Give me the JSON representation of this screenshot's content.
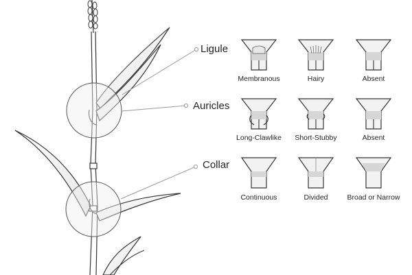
{
  "callouts": {
    "ligule": "Ligule",
    "auricles": "Auricles",
    "collar": "Collar"
  },
  "rows": {
    "ligule": [
      "Membranous",
      "Hairy",
      "Absent"
    ],
    "auricles": [
      "Long-Clawlike",
      "Short-Stubby",
      "Absent"
    ],
    "collar": [
      "Continuous",
      "Divided",
      "Broad or Narrow"
    ]
  },
  "icons": {
    "ligule": [
      "membranous-ligule-icon",
      "hairy-ligule-icon",
      "absent-ligule-icon"
    ],
    "auricles": [
      "long-clawlike-auricles-icon",
      "short-stubby-auricles-icon",
      "absent-auricles-icon"
    ],
    "collar": [
      "continuous-collar-icon",
      "divided-collar-icon",
      "broad-narrow-collar-icon"
    ]
  },
  "colors": {
    "outline": "#333333",
    "callout_line": "#999999",
    "icon_fill": "#f2f2f2",
    "icon_shade": "#d6d6d6"
  }
}
